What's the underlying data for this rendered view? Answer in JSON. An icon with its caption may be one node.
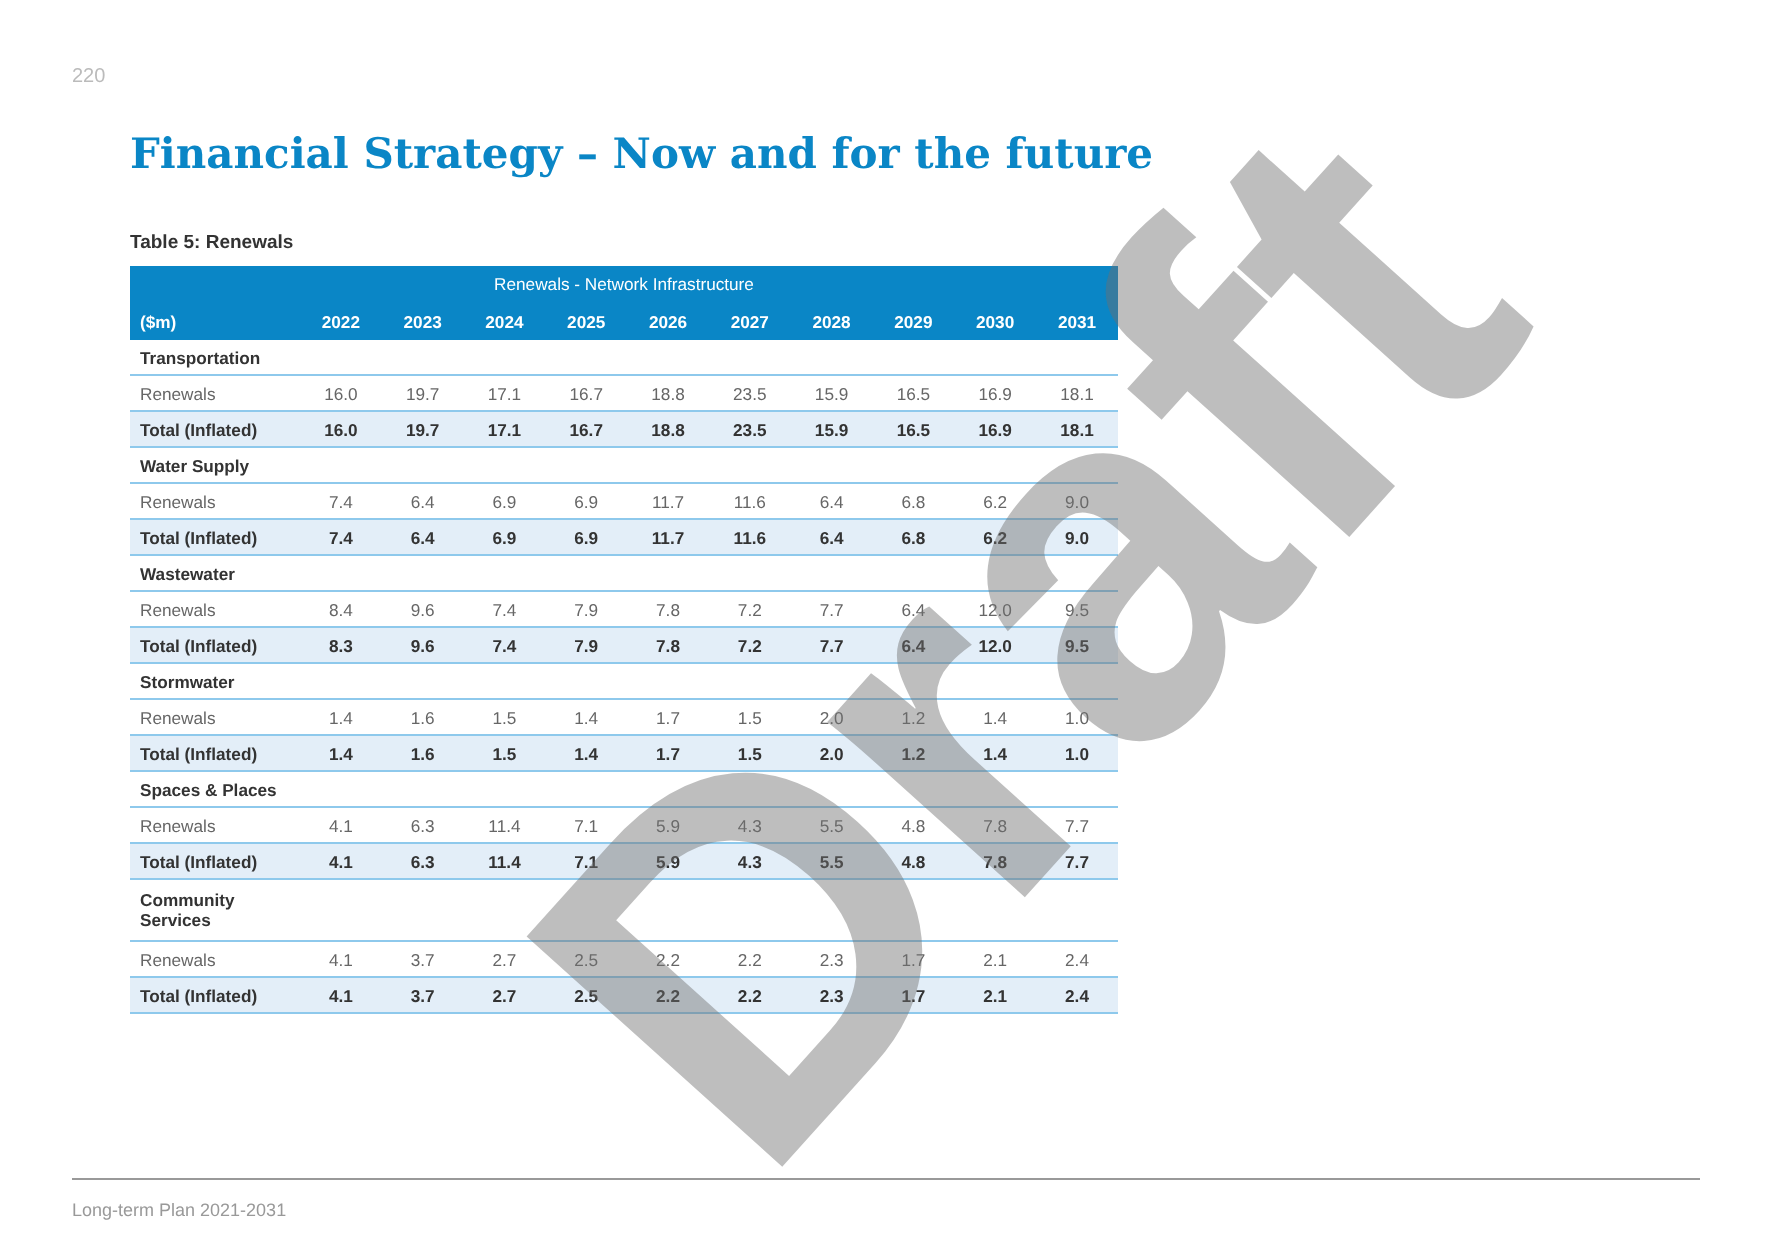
{
  "diagram": {
    "title": "Financial Strategy – Now and for the future",
    "labels": [
      "220",
      "Table 5: Renewals",
      "Renewals - Network Infrastructure",
      "($m)",
      "2022",
      "2023",
      "2024",
      "2025",
      "2026",
      "2027",
      "2028",
      "2029",
      "2030",
      "2031",
      "Transportation",
      "Renewals",
      "16.0",
      "19.7",
      "17.1",
      "16.7",
      "18.8",
      "23.5",
      "15.9",
      "16.5",
      "16.9",
      "18.1",
      "Total (Inflated)",
      "16.0",
      "19.7",
      "17.1",
      "16.7",
      "18.8",
      "23.5",
      "15.9",
      "16.5",
      "16.9",
      "18.1",
      "Water Supply",
      "Renewals",
      "7.4",
      "6.4",
      "6.9",
      "6.9",
      "11.7",
      "11.6",
      "6.4",
      "6.8",
      "6.2",
      "9.0",
      "Total (Inflated)",
      "7.4",
      "6.4",
      "6.9",
      "6.9",
      "11.7",
      "11.6",
      "6.4",
      "6.8",
      "6.2",
      "9.0",
      "Wastewater",
      "Renewals",
      "8.4",
      "9.6",
      "7.4",
      "7.9",
      "7.8",
      "7.2",
      "7.7",
      "6.4",
      "12.0",
      "9.5",
      "Total (Inflated)",
      "8.3",
      "9.6",
      "7.4",
      "7.9",
      "7.8",
      "7.2",
      "7.7",
      "6.4",
      "12.0",
      "9.5",
      "Stormwater",
      "Renewals",
      "1.4",
      "1.6",
      "1.5",
      "1.4",
      "1.7",
      "1.5",
      "2.0",
      "1.2",
      "1.4",
      "1.0",
      "Total (Inflated)",
      "1.4",
      "1.6",
      "1.5",
      "1.4",
      "1.7",
      "1.5",
      "2.0",
      "1.2",
      "1.4",
      "1.0",
      "Spaces & Places",
      "Renewals",
      "4.1",
      "6.3",
      "11.4",
      "7.1",
      "5.9",
      "4.3",
      "5.5",
      "4.8",
      "7.8",
      "7.7",
      "Total (Inflated)",
      "4.1",
      "6.3",
      "11.4",
      "7.1",
      "5.9",
      "4.3",
      "5.5",
      "4.8",
      "7.8",
      "7.7",
      "Community Services",
      "Renewals",
      "4.1",
      "3.7",
      "2.7",
      "2.5",
      "2.2",
      "2.2",
      "2.3",
      "1.7",
      "2.1",
      "2.4",
      "Total (Inflated)",
      "4.1",
      "3.7",
      "2.7",
      "2.5",
      "2.2",
      "2.2",
      "2.3",
      "1.7",
      "2.1",
      "2.4",
      "Long-term Plan 2021-2031",
      "Draft"
    ]
  }
}
